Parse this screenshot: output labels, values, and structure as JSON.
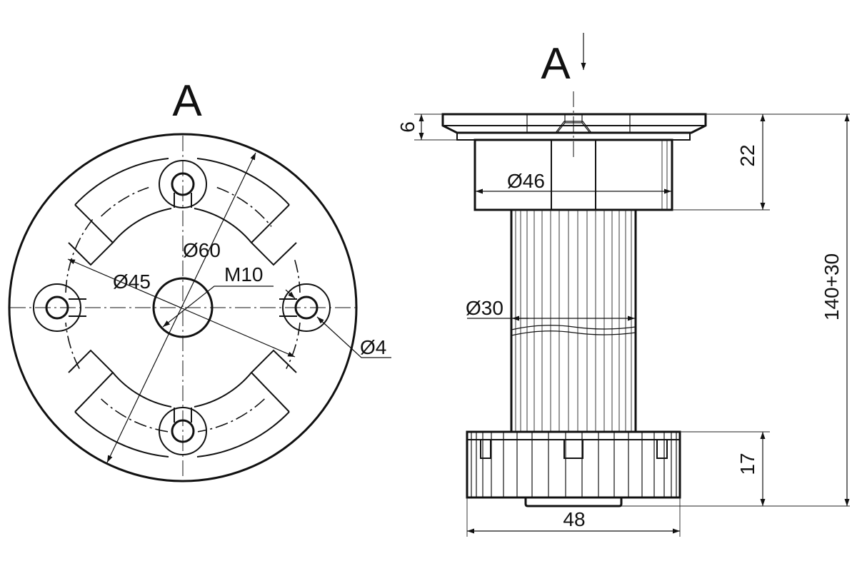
{
  "view_marks": {
    "plan_view": "A",
    "side_view": "A"
  },
  "plan_dimensions": {
    "dia_60": "Ø60",
    "dia_45": "Ø45",
    "thread": "M10",
    "dia_4": "Ø4"
  },
  "side_dimensions": {
    "dia_46": "Ø46",
    "dia_30": "Ø30",
    "plate_6": "6",
    "top_22": "22",
    "overall": "140+30",
    "foot_17": "17",
    "base_48": "48"
  }
}
